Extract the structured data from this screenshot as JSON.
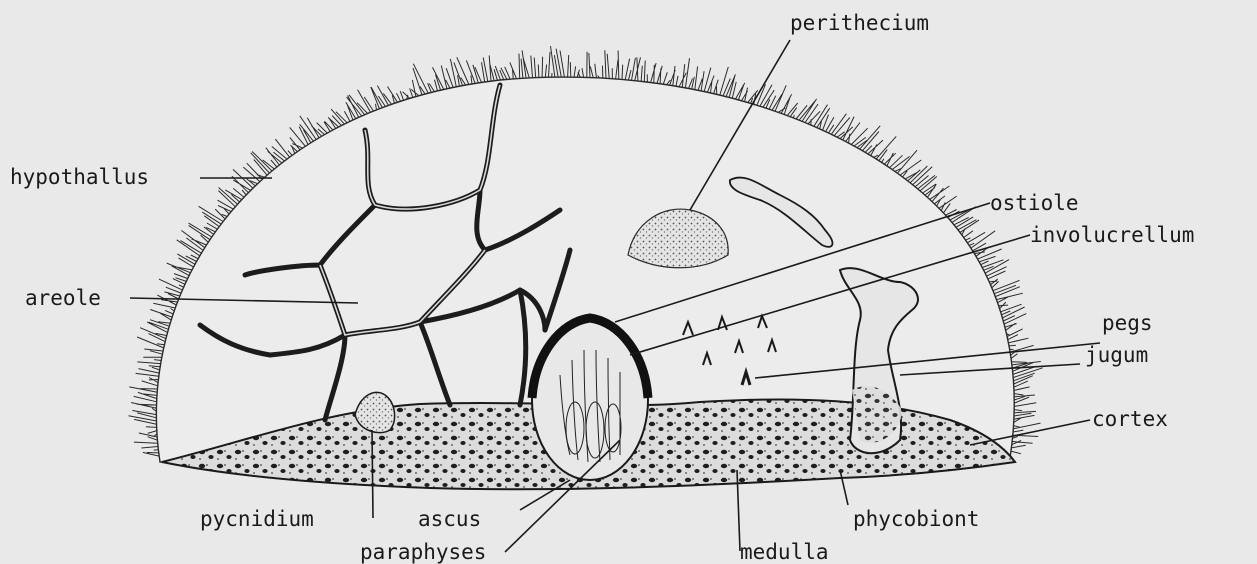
{
  "labels": {
    "perithecium": "perithecium",
    "hypothallus": "hypothallus",
    "ostiole": "ostiole",
    "involucrellum": "involucrellum",
    "areole": "areole",
    "pegs": "pegs",
    "jugum": "jugum",
    "cortex": "cortex",
    "pycnidium": "pycnidium",
    "ascus": "ascus",
    "phycobiont": "phycobiont",
    "paraphyses": "paraphyses",
    "medulla": "medulla"
  }
}
